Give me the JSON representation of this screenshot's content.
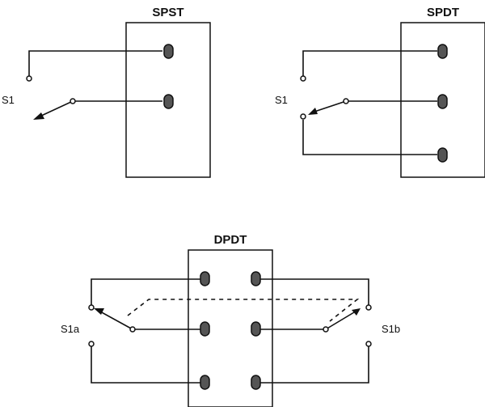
{
  "colors": {
    "line": "#111111",
    "lug_fill": "#555555",
    "background": "#ffffff"
  },
  "spst": {
    "title": "SPST",
    "switch_label": "S1"
  },
  "spdt": {
    "title": "SPDT",
    "switch_label": "S1"
  },
  "dpdt": {
    "title": "DPDT",
    "switch_label_left": "S1a",
    "switch_label_right": "S1b"
  }
}
